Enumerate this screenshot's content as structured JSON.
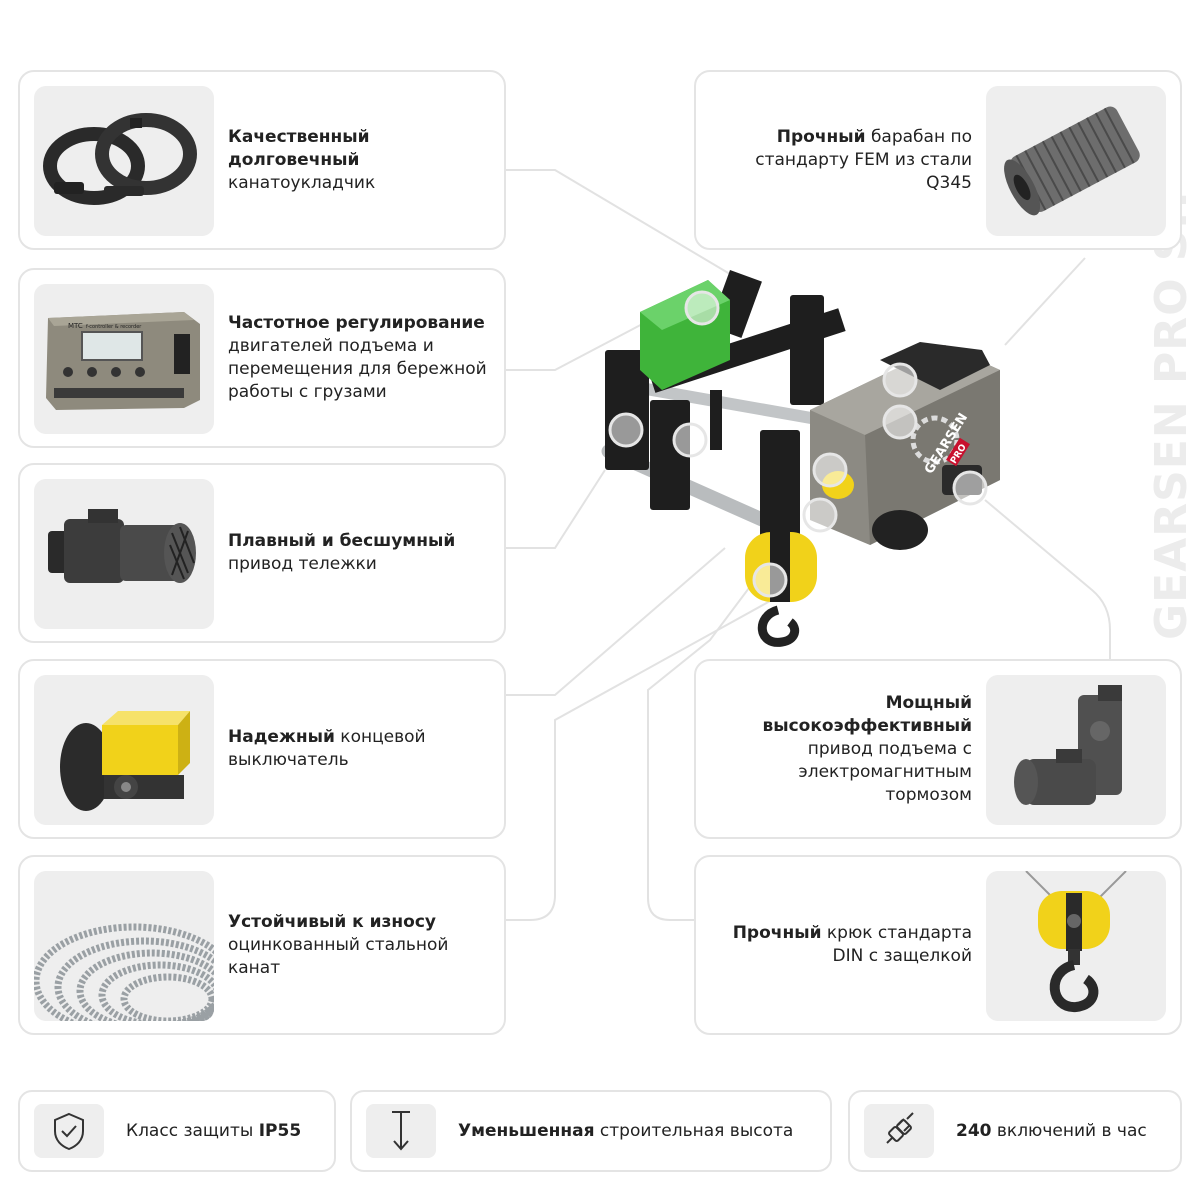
{
  "watermark": "GEARSEN PRO SH",
  "features_left": [
    {
      "bold": "Качественный долговечный",
      "text": " канатоукладчик",
      "icon": "rope-guide-rings"
    },
    {
      "bold": "Частотное регулирование",
      "text": " двигателей подъема и перемещения для бережной работы с грузами",
      "icon": "frequency-controller",
      "device_label": "MTC",
      "device_sub": "f-controller & recorder"
    },
    {
      "bold": "Плавный и бесшумный",
      "text": " привод тележки",
      "icon": "trolley-motor"
    },
    {
      "bold": "Надежный",
      "text": " концевой выключатель",
      "icon": "limit-switch"
    },
    {
      "bold": "Устойчивый к износу",
      "text": " оцинкованный стальной канат",
      "icon": "steel-rope-coil"
    }
  ],
  "features_right": [
    {
      "bold": "Прочный",
      "text": " барабан по стандарту FEM из стали Q345",
      "icon": "rope-drum"
    },
    {
      "bold": "Мощный высокоэффективный",
      "text": " привод подъема с электромагнитным тормозом",
      "icon": "hoist-drive-motor"
    },
    {
      "bold": "Прочный",
      "text": " крюк стандарта DIN с защелкой",
      "icon": "hook-block"
    }
  ],
  "bottom_badges": [
    {
      "text": "Класс защиты ",
      "bold": "IP55",
      "bold_first": false,
      "icon": "shield-check"
    },
    {
      "text": " строительная высота",
      "bold": "Уменьшенная",
      "bold_first": true,
      "icon": "arrow-down-height"
    },
    {
      "text": " включений в час",
      "bold": "240",
      "bold_first": true,
      "icon": "plug-socket"
    }
  ],
  "hoist": {
    "brand": "GEARSEN",
    "badge": "PRO"
  },
  "colors": {
    "border": "#e4e4e4",
    "thumb_bg": "#eeeeee",
    "accent_green": "#3fb43a",
    "accent_yellow": "#f1d21a",
    "body_grey": "#8c8a83",
    "brand_red": "#c8102e"
  }
}
